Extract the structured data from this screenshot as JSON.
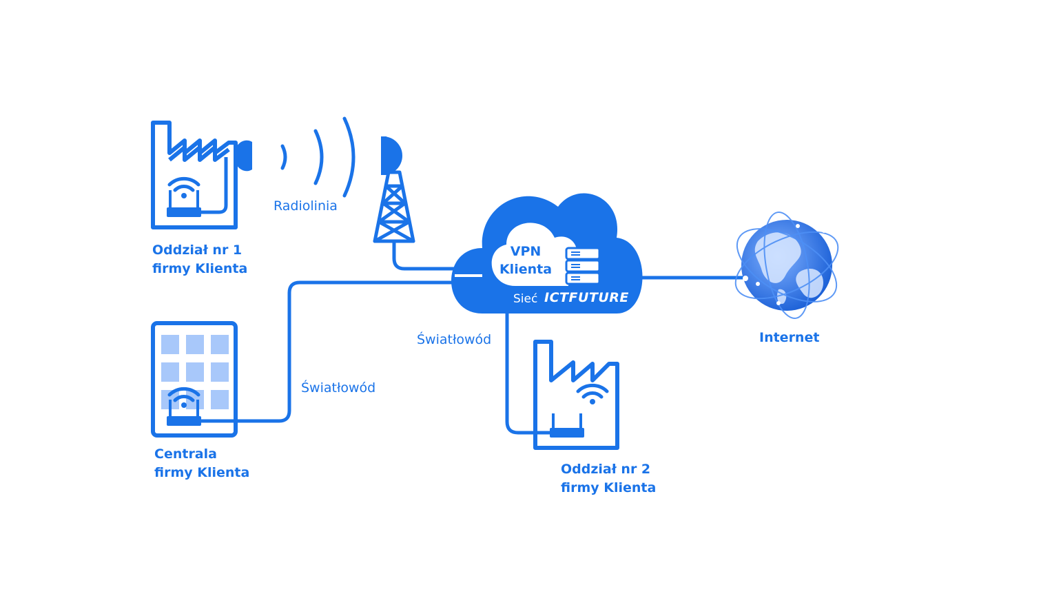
{
  "colors": {
    "primary": "#1a73e8",
    "light": "#a8c8fa",
    "white": "#ffffff",
    "globe": "#4d8ff5"
  },
  "nodes": {
    "branch1": {
      "line1": "Oddział nr 1",
      "line2": "firmy Klienta",
      "icon": "factory-icon"
    },
    "hq": {
      "line1": "Centrala",
      "line2": "firmy Klienta",
      "icon": "office-building-icon"
    },
    "branch2": {
      "line1": "Oddział nr 2",
      "line2": "firmy Klienta",
      "icon": "factory-icon"
    },
    "internet": {
      "label": "Internet",
      "icon": "globe-icon"
    }
  },
  "links": {
    "radio": "Radiolinia",
    "fiber_hq": "Światłowód",
    "fiber_branch2": "Światłowód"
  },
  "cloud": {
    "vpn_line1": "VPN",
    "vpn_line2": "Klienta",
    "network_prefix": "Sieć",
    "brand": "ICTFUTURE"
  }
}
